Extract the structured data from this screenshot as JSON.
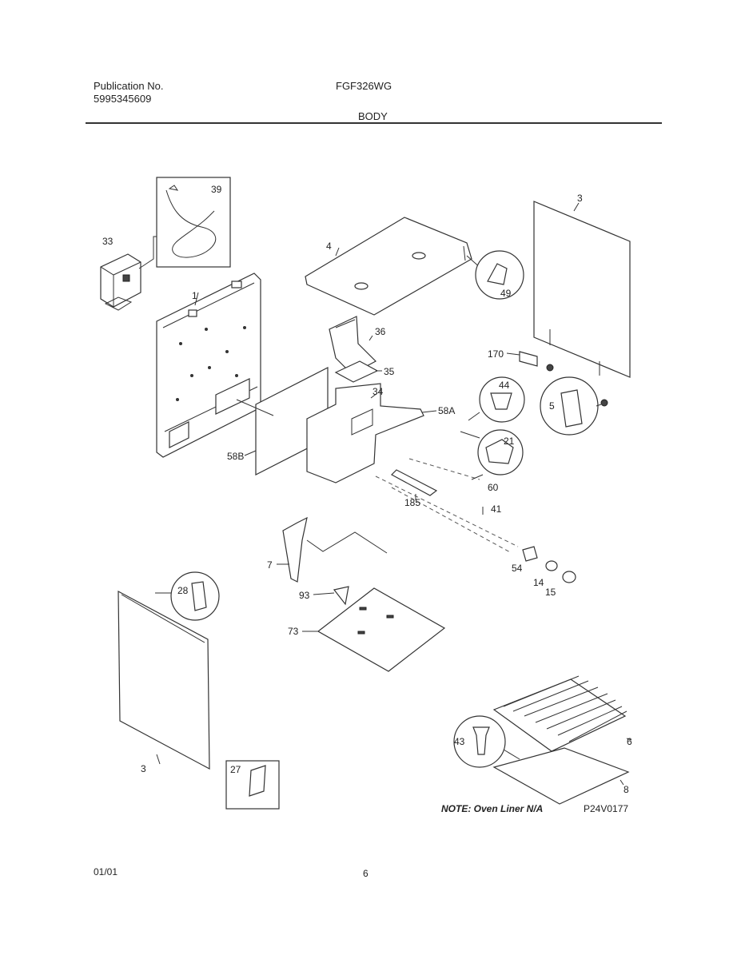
{
  "header": {
    "publication_label": "Publication No.",
    "publication_number": "5995345609",
    "model": "FGF326WG",
    "section": "BODY"
  },
  "callouts": {
    "c1": "1",
    "c3a": "3",
    "c3b": "3",
    "c4": "4",
    "c5": "5",
    "c6": "6",
    "c7": "7",
    "c8": "8",
    "c14": "14",
    "c15": "15",
    "c21": "21",
    "c27": "27",
    "c28": "28",
    "c33": "33",
    "c34": "34",
    "c35": "35",
    "c36": "36",
    "c39": "39",
    "c41": "41",
    "c43": "43",
    "c44": "44",
    "c49": "49",
    "c54": "54",
    "c58a": "58A",
    "c58b": "58B",
    "c60": "60",
    "c73": "73",
    "c93": "93",
    "c170": "170",
    "c185": "185"
  },
  "note": "NOTE: Oven Liner N/A",
  "diagram_code": "P24V0177",
  "footer": {
    "date": "01/01",
    "page": "6"
  }
}
